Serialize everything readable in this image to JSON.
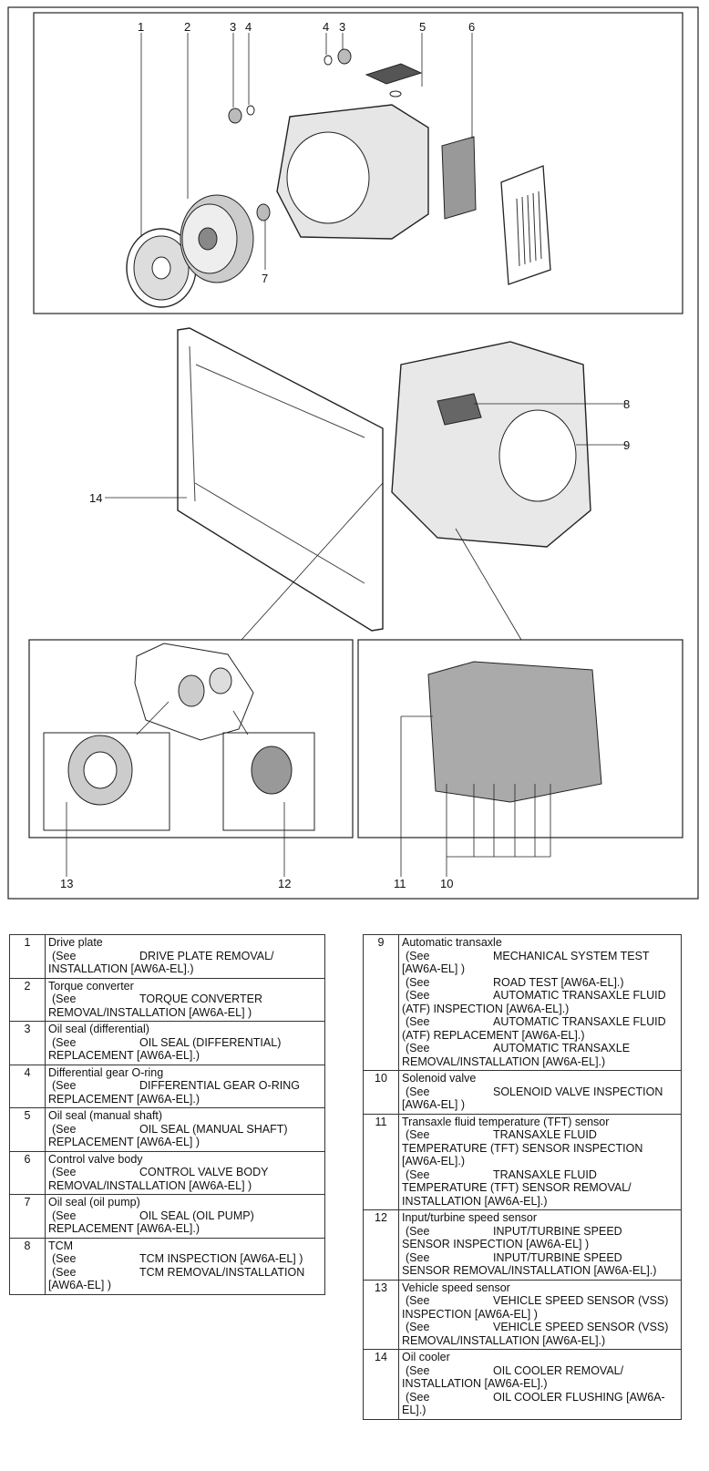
{
  "callouts": [
    "1",
    "2",
    "3",
    "4",
    "4",
    "3",
    "5",
    "6",
    "7",
    "8",
    "9",
    "14",
    "13",
    "12",
    "11",
    "10"
  ],
  "left_table": [
    {
      "num": "1",
      "title": "Drive plate",
      "refs": [
        {
          "see": "(See",
          "text": "DRIVE PLATE REMOVAL/"
        }
      ],
      "tail": "INSTALLATION [AW6A-EL].)"
    },
    {
      "num": "2",
      "title": "Torque converter",
      "refs": [
        {
          "see": "(See",
          "text": "TORQUE CONVERTER"
        }
      ],
      "tail": "REMOVAL/INSTALLATION [AW6A-EL] )"
    },
    {
      "num": "3",
      "title": "Oil seal (differential)",
      "refs": [
        {
          "see": "(See",
          "text": "OIL SEAL (DIFFERENTIAL)"
        }
      ],
      "tail": "REPLACEMENT [AW6A-EL].)"
    },
    {
      "num": "4",
      "title": "Differential gear O-ring",
      "refs": [
        {
          "see": "(See",
          "text": "DIFFERENTIAL GEAR O-RING"
        }
      ],
      "tail": "REPLACEMENT [AW6A-EL].)"
    },
    {
      "num": "5",
      "title": "Oil seal (manual shaft)",
      "refs": [
        {
          "see": "(See",
          "text": "OIL SEAL (MANUAL SHAFT)"
        }
      ],
      "tail": "REPLACEMENT [AW6A-EL] )"
    },
    {
      "num": "6",
      "title": "Control valve body",
      "refs": [
        {
          "see": "(See",
          "text": "CONTROL VALVE BODY"
        }
      ],
      "tail": "REMOVAL/INSTALLATION [AW6A-EL] )"
    },
    {
      "num": "7",
      "title": "Oil seal (oil pump)",
      "refs": [
        {
          "see": "(See",
          "text": "OIL SEAL (OIL PUMP)"
        }
      ],
      "tail": "REPLACEMENT [AW6A-EL].)"
    },
    {
      "num": "8",
      "title": "TCM",
      "lines": [
        {
          "see": "(See",
          "text": "TCM INSPECTION [AW6A-EL] )"
        },
        {
          "see": "(See",
          "text": "TCM REMOVAL/INSTALLATION"
        }
      ],
      "tail": "[AW6A-EL] )"
    }
  ],
  "right_table": [
    {
      "num": "9",
      "title": "Automatic transaxle",
      "blocks": [
        {
          "see": "(See",
          "text": "MECHANICAL SYSTEM TEST",
          "tail": "[AW6A-EL] )"
        },
        {
          "see": "(See",
          "text": "ROAD TEST [AW6A-EL].)",
          "tail": ""
        },
        {
          "see": "(See",
          "text": "AUTOMATIC TRANSAXLE FLUID",
          "tail": "(ATF) INSPECTION [AW6A-EL].)"
        },
        {
          "see": "(See",
          "text": "AUTOMATIC TRANSAXLE FLUID",
          "tail": "(ATF) REPLACEMENT [AW6A-EL].)"
        },
        {
          "see": "(See",
          "text": "AUTOMATIC TRANSAXLE",
          "tail": "REMOVAL/INSTALLATION [AW6A-EL].)"
        }
      ]
    },
    {
      "num": "10",
      "title": "Solenoid valve",
      "blocks": [
        {
          "see": "(See",
          "text": "SOLENOID VALVE INSPECTION",
          "tail": "[AW6A-EL] )"
        }
      ]
    },
    {
      "num": "11",
      "title": "Transaxle fluid temperature (TFT) sensor",
      "blocks": [
        {
          "see": "(See",
          "text": "TRANSAXLE FLUID",
          "tail": "TEMPERATURE (TFT) SENSOR INSPECTION\n[AW6A-EL].)"
        },
        {
          "see": "(See",
          "text": "TRANSAXLE FLUID",
          "tail": "TEMPERATURE (TFT) SENSOR REMOVAL/\nINSTALLATION [AW6A-EL].)"
        }
      ]
    },
    {
      "num": "12",
      "title": "Input/turbine speed sensor",
      "blocks": [
        {
          "see": "(See",
          "text": "INPUT/TURBINE SPEED",
          "tail": "SENSOR INSPECTION [AW6A-EL] )"
        },
        {
          "see": "(See",
          "text": "INPUT/TURBINE SPEED",
          "tail": "SENSOR REMOVAL/INSTALLATION [AW6A-EL].)"
        }
      ]
    },
    {
      "num": "13",
      "title": "Vehicle speed sensor",
      "blocks": [
        {
          "see": "(See",
          "text": "VEHICLE SPEED SENSOR (VSS)",
          "tail": "INSPECTION [AW6A-EL] )"
        },
        {
          "see": "(See",
          "text": "VEHICLE SPEED SENSOR (VSS)",
          "tail": "REMOVAL/INSTALLATION [AW6A-EL].)"
        }
      ]
    },
    {
      "num": "14",
      "title": "Oil cooler",
      "blocks": [
        {
          "see": "(See",
          "text": "OIL COOLER REMOVAL/",
          "tail": "INSTALLATION [AW6A-EL].)"
        },
        {
          "see": "(See",
          "text": "OIL COOLER FLUSHING [AW6A-",
          "tail": "EL].)"
        }
      ]
    }
  ]
}
